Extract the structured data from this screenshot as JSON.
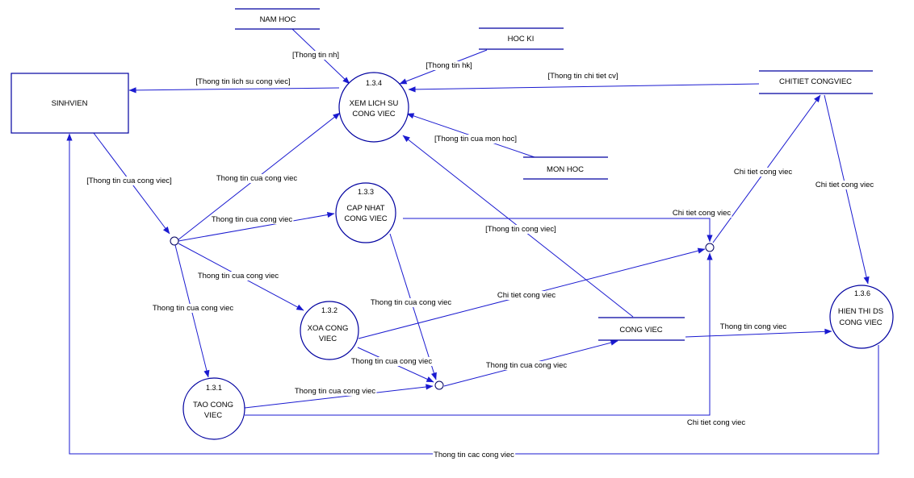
{
  "colors": {
    "line": "#1a1ad0",
    "shape_border": "#0000a0",
    "text": "#000000",
    "background": "#ffffff"
  },
  "entity": {
    "sinhvien": "SINHVIEN"
  },
  "stores": {
    "namhoc": "NAM HOC",
    "hocki": "HOC KI",
    "chitiet": "CHITIET CONGVIEC",
    "monhoc": "MON HOC",
    "congviec": "CONG VIEC"
  },
  "processes": {
    "p134": {
      "num": "1.3.4",
      "line1": "XEM LICH SU",
      "line2": "CONG VIEC"
    },
    "p133": {
      "num": "1.3.3",
      "line1": "CAP NHAT",
      "line2": "CONG VIEC"
    },
    "p132": {
      "num": "1.3.2",
      "line1": "XOA CONG",
      "line2": "VIEC"
    },
    "p131": {
      "num": "1.3.1",
      "line1": "TAO CONG",
      "line2": "VIEC"
    },
    "p136": {
      "num": "1.3.6",
      "line1": "HIEN THI DS",
      "line2": "CONG VIEC"
    }
  },
  "flows": {
    "f01": "[Thong tin nh]",
    "f02": "[Thong tin hk]",
    "f03": "[Thong tin lich su cong viec]",
    "f04": "[Thong tin chi tiet cv]",
    "f05": "[Thong tin cua mon hoc]",
    "f06": "[Thong tin cua cong viec]",
    "f07": "Thong tin cua cong viec",
    "f08": "Thong tin cua cong viec",
    "f09": "Thong tin cua cong viec",
    "f10": "Thong tin cua cong viec",
    "f11": "Chi tiet cong viec",
    "f12": "Chi tiet cong viec",
    "f13": "Chi tiet cong viec",
    "f14": "[Thong tin cong viec]",
    "f15": "Thong tin cua cong viec",
    "f16": "Chi tiet cong viec",
    "f17": "Thong tin cua cong viec",
    "f18": "Thong tin cong viec",
    "f19": "Thong tin cua cong viec",
    "f20": "Thong tin cua cong viec",
    "f21": "Chi tiet cong viec",
    "f22": "Thong tin cac cong viec"
  }
}
